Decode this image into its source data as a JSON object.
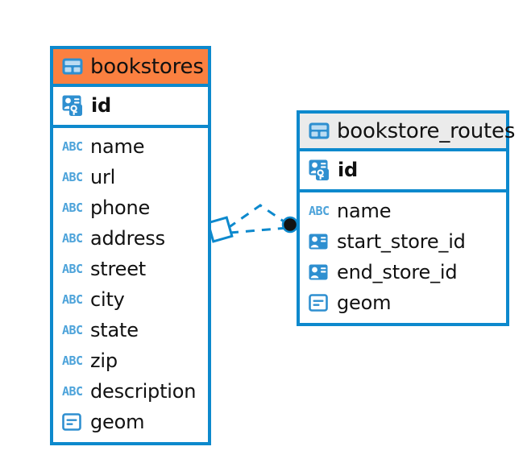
{
  "diagram": {
    "type": "entity-relationship-diagram",
    "background_color": "#ffffff",
    "accent_color": "#0d89cd",
    "highlight_color": "#fb8040"
  },
  "entities": [
    {
      "name": "bookstores",
      "header_style": "accent-orange",
      "table_icon": "table-icon",
      "primary_keys": [
        {
          "label": "id",
          "icon": "primary-key-icon",
          "type": "key"
        }
      ],
      "fields": [
        {
          "label": "name",
          "icon": "abc-text-icon",
          "type": "text",
          "glyph": "ABC"
        },
        {
          "label": "url",
          "icon": "abc-text-icon",
          "type": "text",
          "glyph": "ABC"
        },
        {
          "label": "phone",
          "icon": "abc-text-icon",
          "type": "text",
          "glyph": "ABC"
        },
        {
          "label": "address",
          "icon": "abc-text-icon",
          "type": "text",
          "glyph": "ABC"
        },
        {
          "label": "street",
          "icon": "abc-text-icon",
          "type": "text",
          "glyph": "ABC"
        },
        {
          "label": "city",
          "icon": "abc-text-icon",
          "type": "text",
          "glyph": "ABC"
        },
        {
          "label": "state",
          "icon": "abc-text-icon",
          "type": "text",
          "glyph": "ABC"
        },
        {
          "label": "zip",
          "icon": "abc-text-icon",
          "type": "text",
          "glyph": "ABC"
        },
        {
          "label": "description",
          "icon": "abc-text-icon",
          "type": "text",
          "glyph": "ABC"
        },
        {
          "label": "geom",
          "icon": "geometry-icon",
          "type": "geometry"
        }
      ]
    },
    {
      "name": "bookstore_routes",
      "header_style": "accent-gray",
      "table_icon": "table-icon",
      "primary_keys": [
        {
          "label": "id",
          "icon": "primary-key-icon",
          "type": "key"
        }
      ],
      "fields": [
        {
          "label": "name",
          "icon": "abc-text-icon",
          "type": "text",
          "glyph": "ABC"
        },
        {
          "label": "start_store_id",
          "icon": "foreign-key-icon",
          "type": "reference"
        },
        {
          "label": "end_store_id",
          "icon": "foreign-key-icon",
          "type": "reference"
        },
        {
          "label": "geom",
          "icon": "geometry-icon",
          "type": "geometry"
        }
      ]
    }
  ],
  "relationships": [
    {
      "from": "bookstores",
      "to": "bookstore_routes",
      "line_style": "dashed",
      "source_marker": "diamond-outline",
      "target_marker": "filled-circle",
      "color": "#0d89cd"
    },
    {
      "from": "bookstores",
      "to": "bookstore_routes",
      "line_style": "dashed",
      "source_marker": "diamond-outline",
      "target_marker": "filled-circle",
      "color": "#0d89cd"
    }
  ]
}
